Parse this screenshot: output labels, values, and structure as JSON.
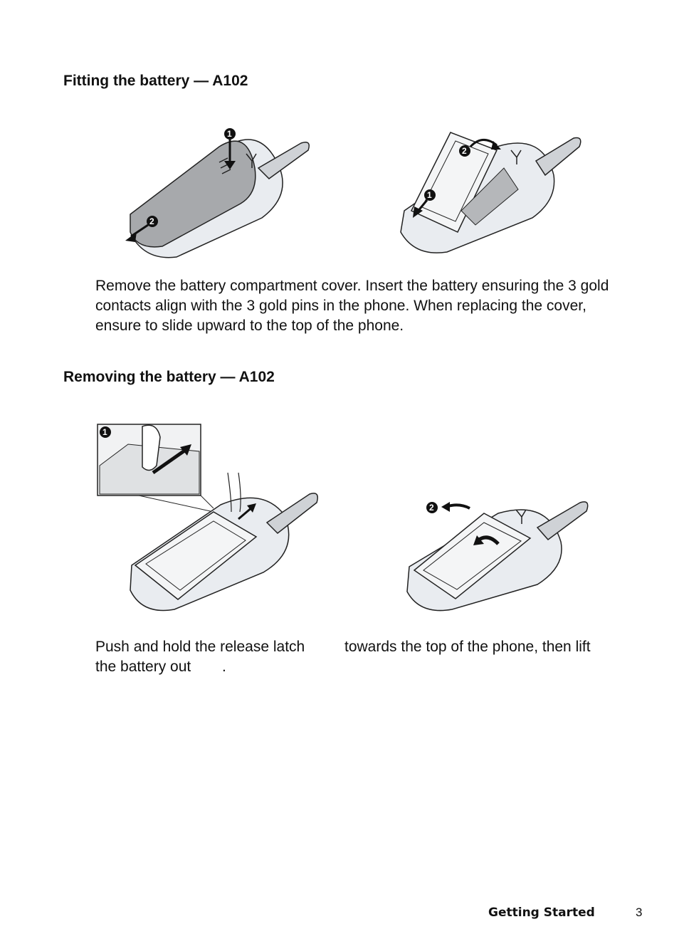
{
  "sections": [
    {
      "heading": "Fitting the battery — A102",
      "body": "Remove the battery compartment cover. Insert the battery ensuring the 3 gold contacts align with the 3 gold pins in the phone. When replacing the cover, ensure to slide upward to the top of the phone."
    },
    {
      "heading": "Removing the battery — A102",
      "body_line1_a": "Push and hold the release latch",
      "body_line1_b": "towards the top of the phone, then lift",
      "body_line2_a": "the battery out",
      "body_line2_b": "."
    }
  ],
  "footer": {
    "section": "Getting Started",
    "page": "3"
  }
}
